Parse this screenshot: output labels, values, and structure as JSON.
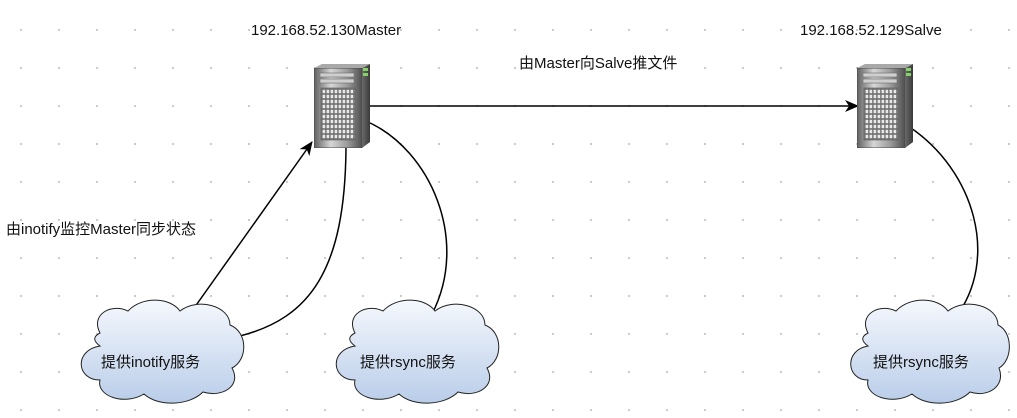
{
  "diagram": {
    "master_label": "192.168.52.130Master",
    "slave_label": "192.168.52.129Salve",
    "push_label": "由Master向Salve推文件",
    "monitor_label": "由inotify监控Master同步状态",
    "cloud_inotify": "提供inotify服务",
    "cloud_rsync_master": "提供rsync服务",
    "cloud_rsync_slave": "提供rsync服务"
  },
  "colors": {
    "cloud_fill_top": "#f5f8fd",
    "cloud_fill_bottom": "#b9cde9",
    "cloud_stroke": "#222222",
    "edge": "#000000",
    "server_body": "#7f7f7f",
    "server_led": "#86d36b"
  },
  "icons": [
    "server-icon",
    "cloud-shape"
  ]
}
